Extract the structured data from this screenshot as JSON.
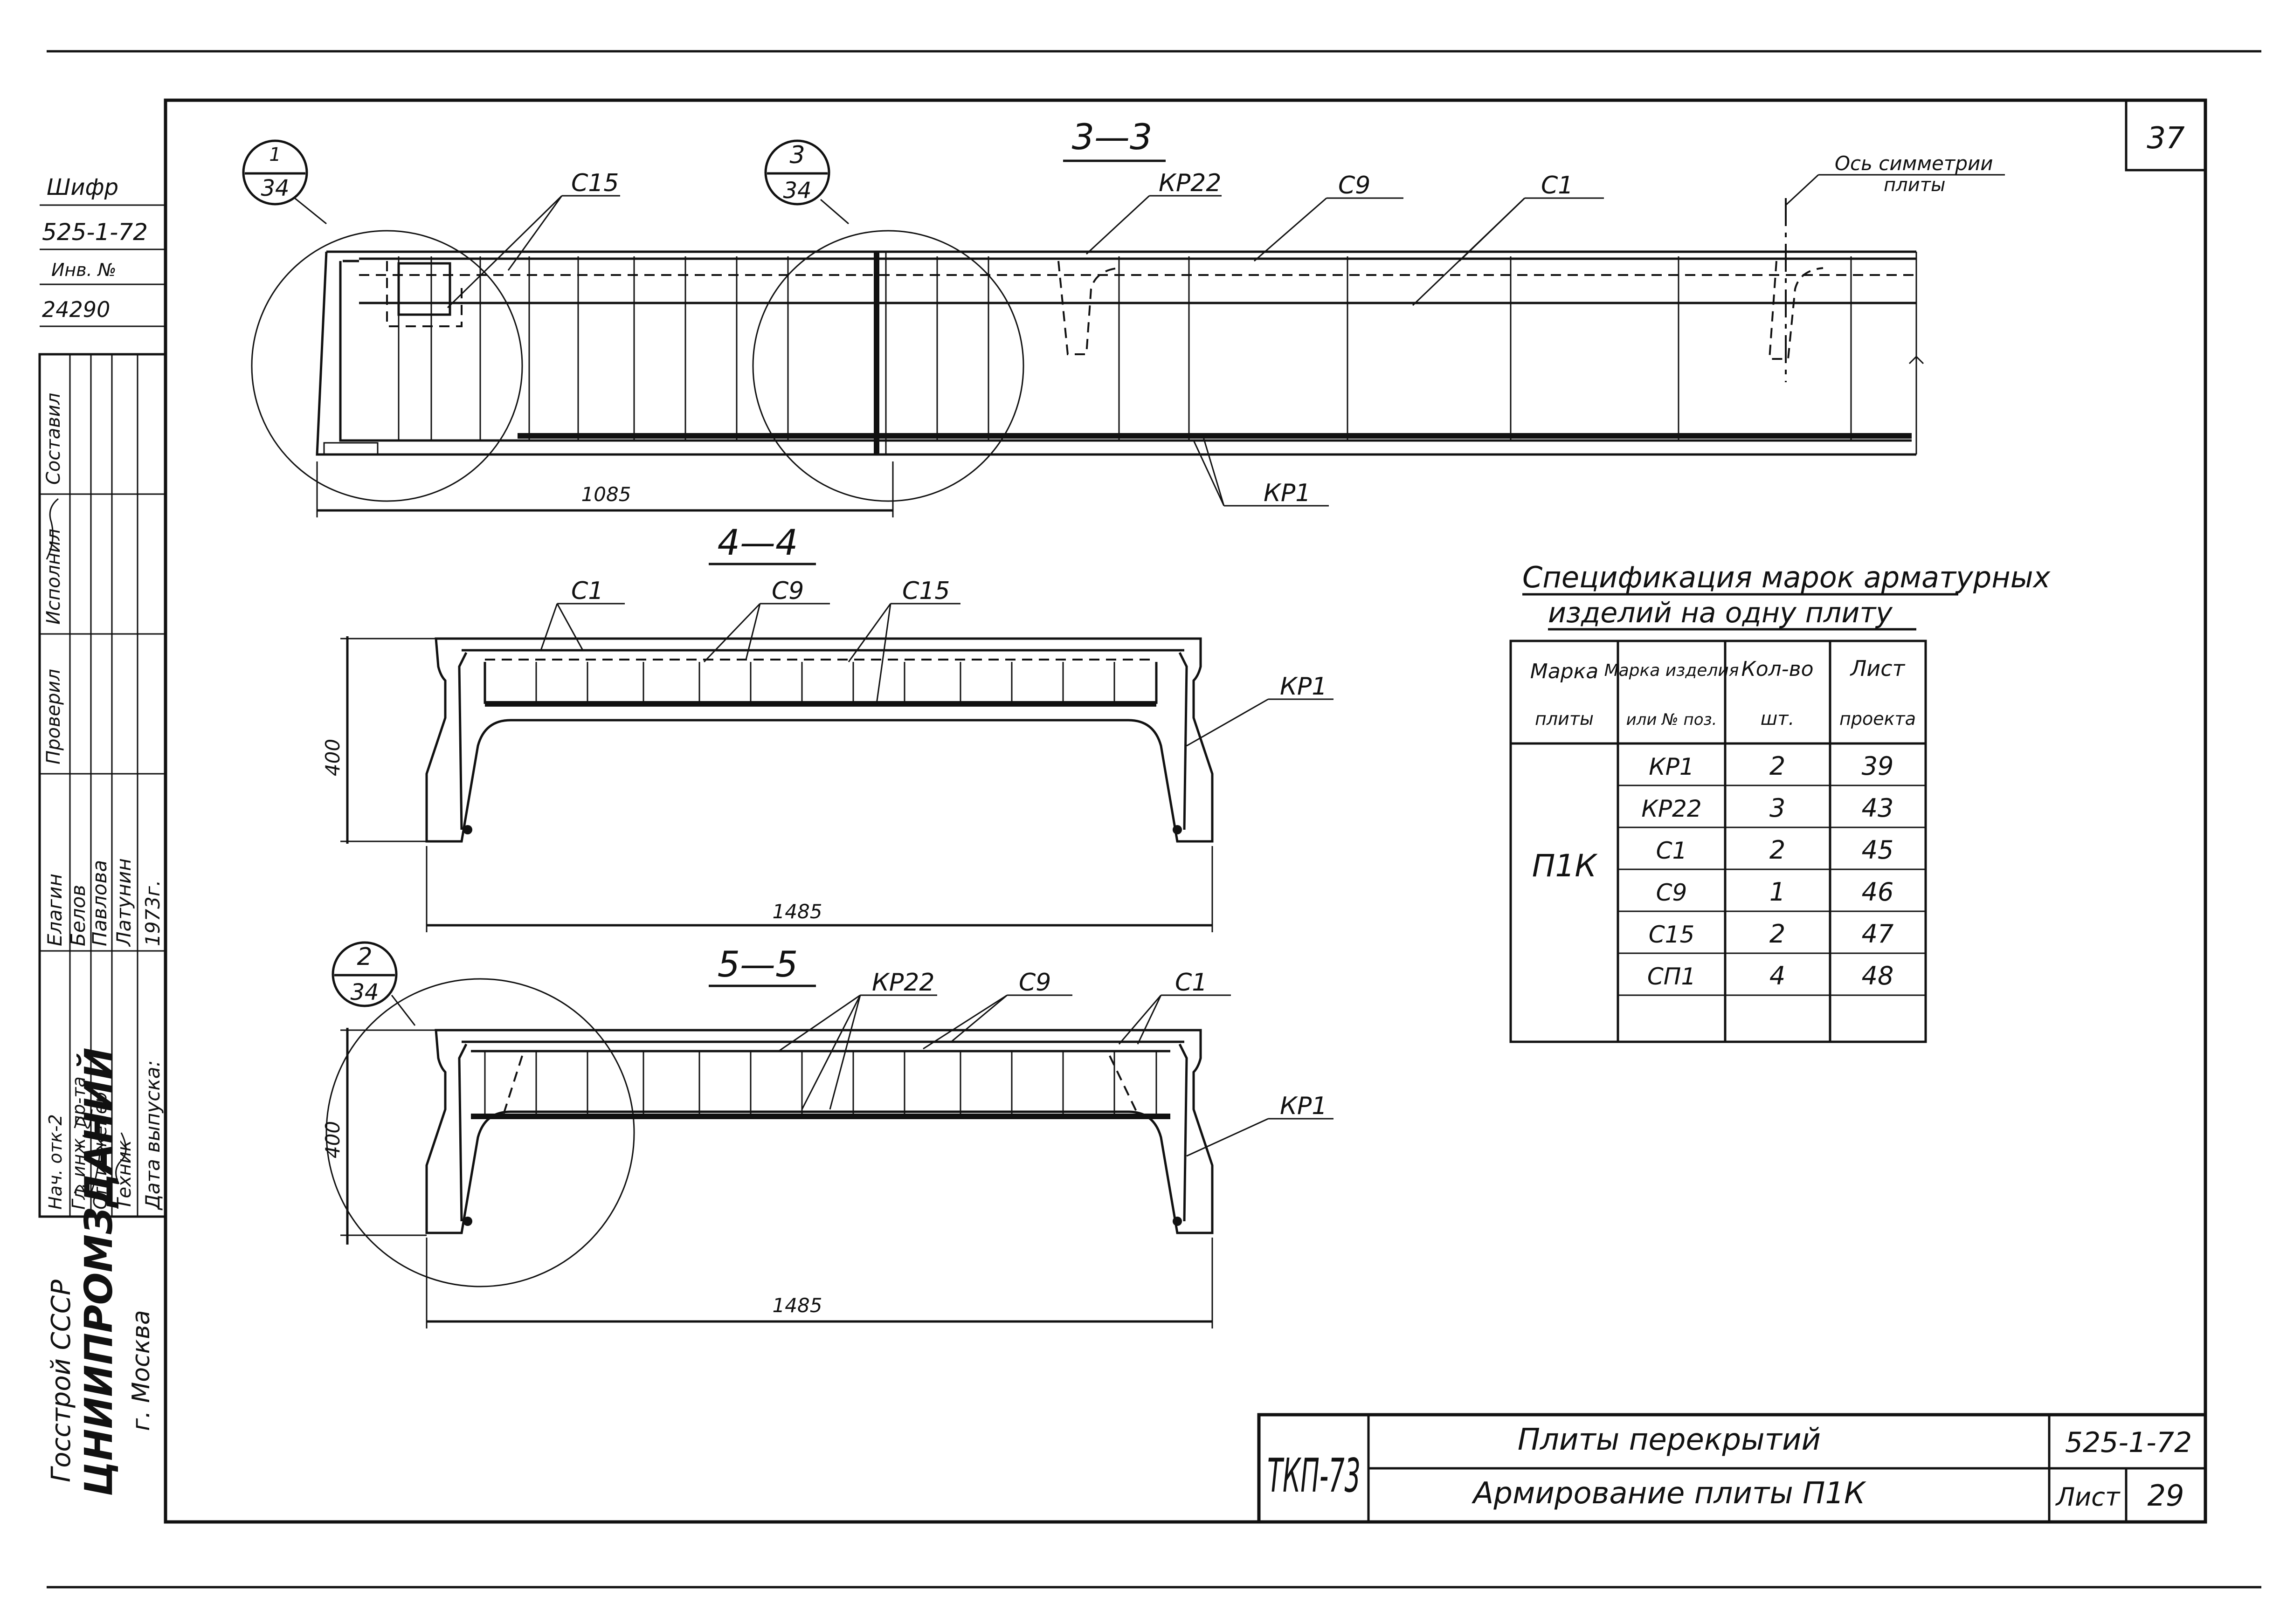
{
  "sheet": {
    "corner_number": "37",
    "stamp_code": "ТКП-73",
    "designation": "525-1-72",
    "title_line1": "Плиты перекрытий",
    "title_line2": "Армирование плиты П1К",
    "sheet_label": "Лист",
    "sheet_number": "29"
  },
  "side_block": {
    "cipher_label": "Шифр",
    "cipher_value": "525-1-72",
    "inv_label": "Инв. №",
    "inv_value": "24290",
    "col_headers": [
      "Составил",
      "Исполнил",
      "Проверил"
    ],
    "roles": [
      "Нач. отк-2",
      "Гл. инж. пр-та",
      "Ст. инженер",
      "Техник",
      "Дата выпуска:"
    ],
    "names": [
      "Елагин",
      "Белов",
      "Павлова",
      "Латунин",
      "1973г."
    ],
    "org_line1": "Госстрой СССР",
    "org_line2": "ЦНИИПРОМЗДАНИЙ",
    "org_line3": "г. Москва"
  },
  "sections": {
    "s33": {
      "title": "3—3",
      "callout_1": {
        "top": "1",
        "bottom": "34"
      },
      "callout_3": {
        "top": "3",
        "bottom": "34"
      },
      "labels": {
        "c15": "С15",
        "kr22": "КР22",
        "c9": "С9",
        "c1": "С1",
        "kr1": "КР1"
      },
      "symmetry_line1": "Ось симметрии",
      "symmetry_line2": "плиты",
      "dim": "1085"
    },
    "s44": {
      "title": "4—4",
      "labels": {
        "c1": "С1",
        "c9": "С9",
        "c15": "С15",
        "kr1": "КР1"
      },
      "dim_height": "400",
      "dim_width": "1485"
    },
    "s55": {
      "title": "5—5",
      "callout_2": {
        "top": "2",
        "bottom": "34"
      },
      "labels": {
        "kr22": "КР22",
        "c9": "С9",
        "c1": "С1",
        "kr1": "КР1"
      },
      "dim_height": "400",
      "dim_width": "1485"
    }
  },
  "spec": {
    "title_line1": "Спецификация марок арматурных",
    "title_line2": "изделий на одну плиту",
    "headers": [
      {
        "l1": "Марка",
        "l2": "плиты"
      },
      {
        "l1": "Марка изделия",
        "l2": "или № поз."
      },
      {
        "l1": "Кол-во",
        "l2": "шт."
      },
      {
        "l1": "Лист",
        "l2": "проекта"
      }
    ],
    "slab_mark": "П1К",
    "rows": [
      {
        "mark": "КР1",
        "qty": "2",
        "sheet": "39"
      },
      {
        "mark": "КР22",
        "qty": "3",
        "sheet": "43"
      },
      {
        "mark": "С1",
        "qty": "2",
        "sheet": "45"
      },
      {
        "mark": "С9",
        "qty": "1",
        "sheet": "46"
      },
      {
        "mark": "С15",
        "qty": "2",
        "sheet": "47"
      },
      {
        "mark": "СП1",
        "qty": "4",
        "sheet": "48"
      }
    ]
  }
}
